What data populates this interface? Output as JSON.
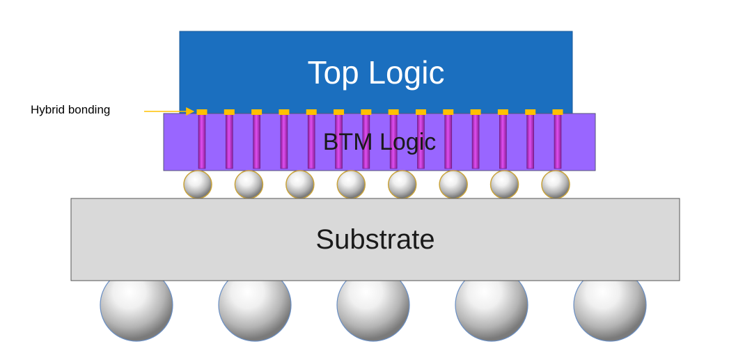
{
  "labels": {
    "top_die": "Top Logic",
    "bottom_die": "BTM Logic",
    "substrate": "Substrate",
    "callout": "Hybrid bonding"
  },
  "colors": {
    "top_die": "#1b6fbf",
    "bottom_die": "#9966ff",
    "substrate": "#d9d9d9",
    "bond_pad": "#ffc000",
    "tsv": "#cc33cc",
    "bump": "#c9c9c9"
  },
  "counts": {
    "hybrid_bond_pads": 14,
    "tsvs": 14,
    "micro_bumps": 8,
    "package_balls": 5
  }
}
